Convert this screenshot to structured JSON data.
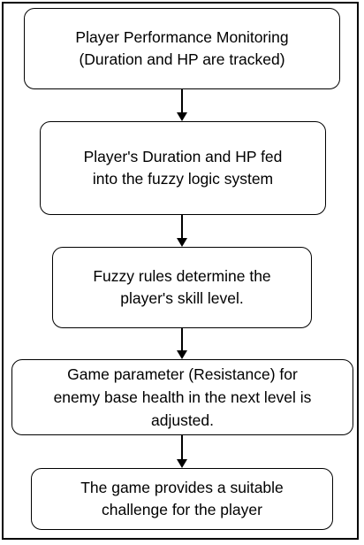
{
  "steps": [
    "Player Performance Monitoring\n(Duration and HP are tracked)",
    "Player's Duration and HP fed\ninto the fuzzy logic system",
    "Fuzzy rules determine the\nplayer's skill level.",
    "Game parameter (Resistance) for\nenemy base health in the next level is\nadjusted.",
    "The game provides a suitable\nchallenge for the player"
  ]
}
